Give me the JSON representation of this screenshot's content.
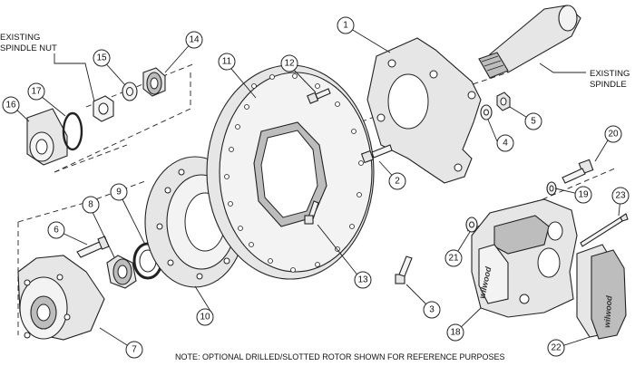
{
  "labels": {
    "existing_spindle_nut_line1": "EXISTING",
    "existing_spindle_nut_line2": "SPINDLE NUT",
    "existing_spindle_line1": "EXISTING",
    "existing_spindle_line2": "SPINDLE"
  },
  "note": "NOTE: OPTIONAL DRILLED/SLOTTED ROTOR SHOWN FOR REFERENCE PURPOSES",
  "brand": "wilwood",
  "callouts": [
    "1",
    "2",
    "3",
    "4",
    "5",
    "6",
    "7",
    "8",
    "9",
    "10",
    "11",
    "12",
    "13",
    "14",
    "15",
    "16",
    "17",
    "18",
    "19",
    "20",
    "21",
    "22",
    "23"
  ]
}
